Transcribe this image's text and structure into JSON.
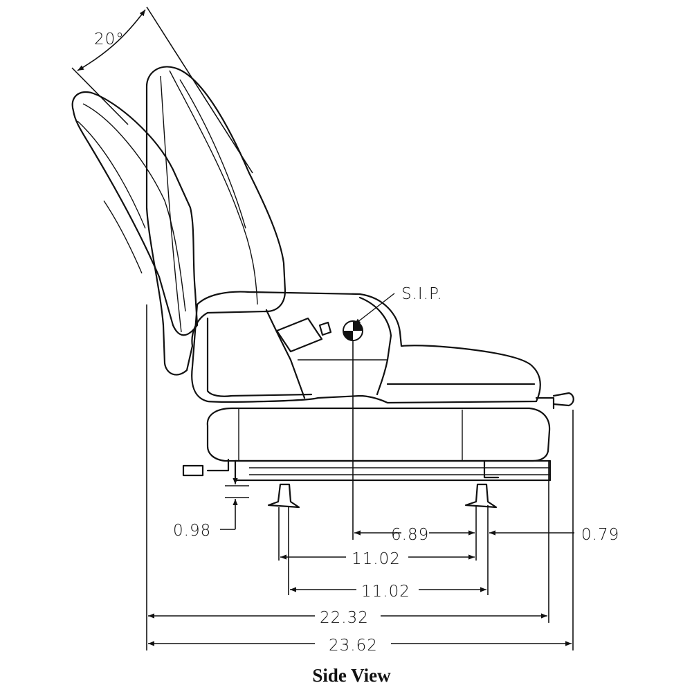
{
  "diagram": {
    "labels": {
      "angle": "20°",
      "sip": "S.I.P.",
      "dim_098": "0.98",
      "dim_689": "6.89",
      "dim_079": "0.79",
      "dim_1102_a": "11.02",
      "dim_1102_b": "11.02",
      "dim_2232": "22.32",
      "dim_2362": "23.62"
    },
    "title": "Side View"
  }
}
